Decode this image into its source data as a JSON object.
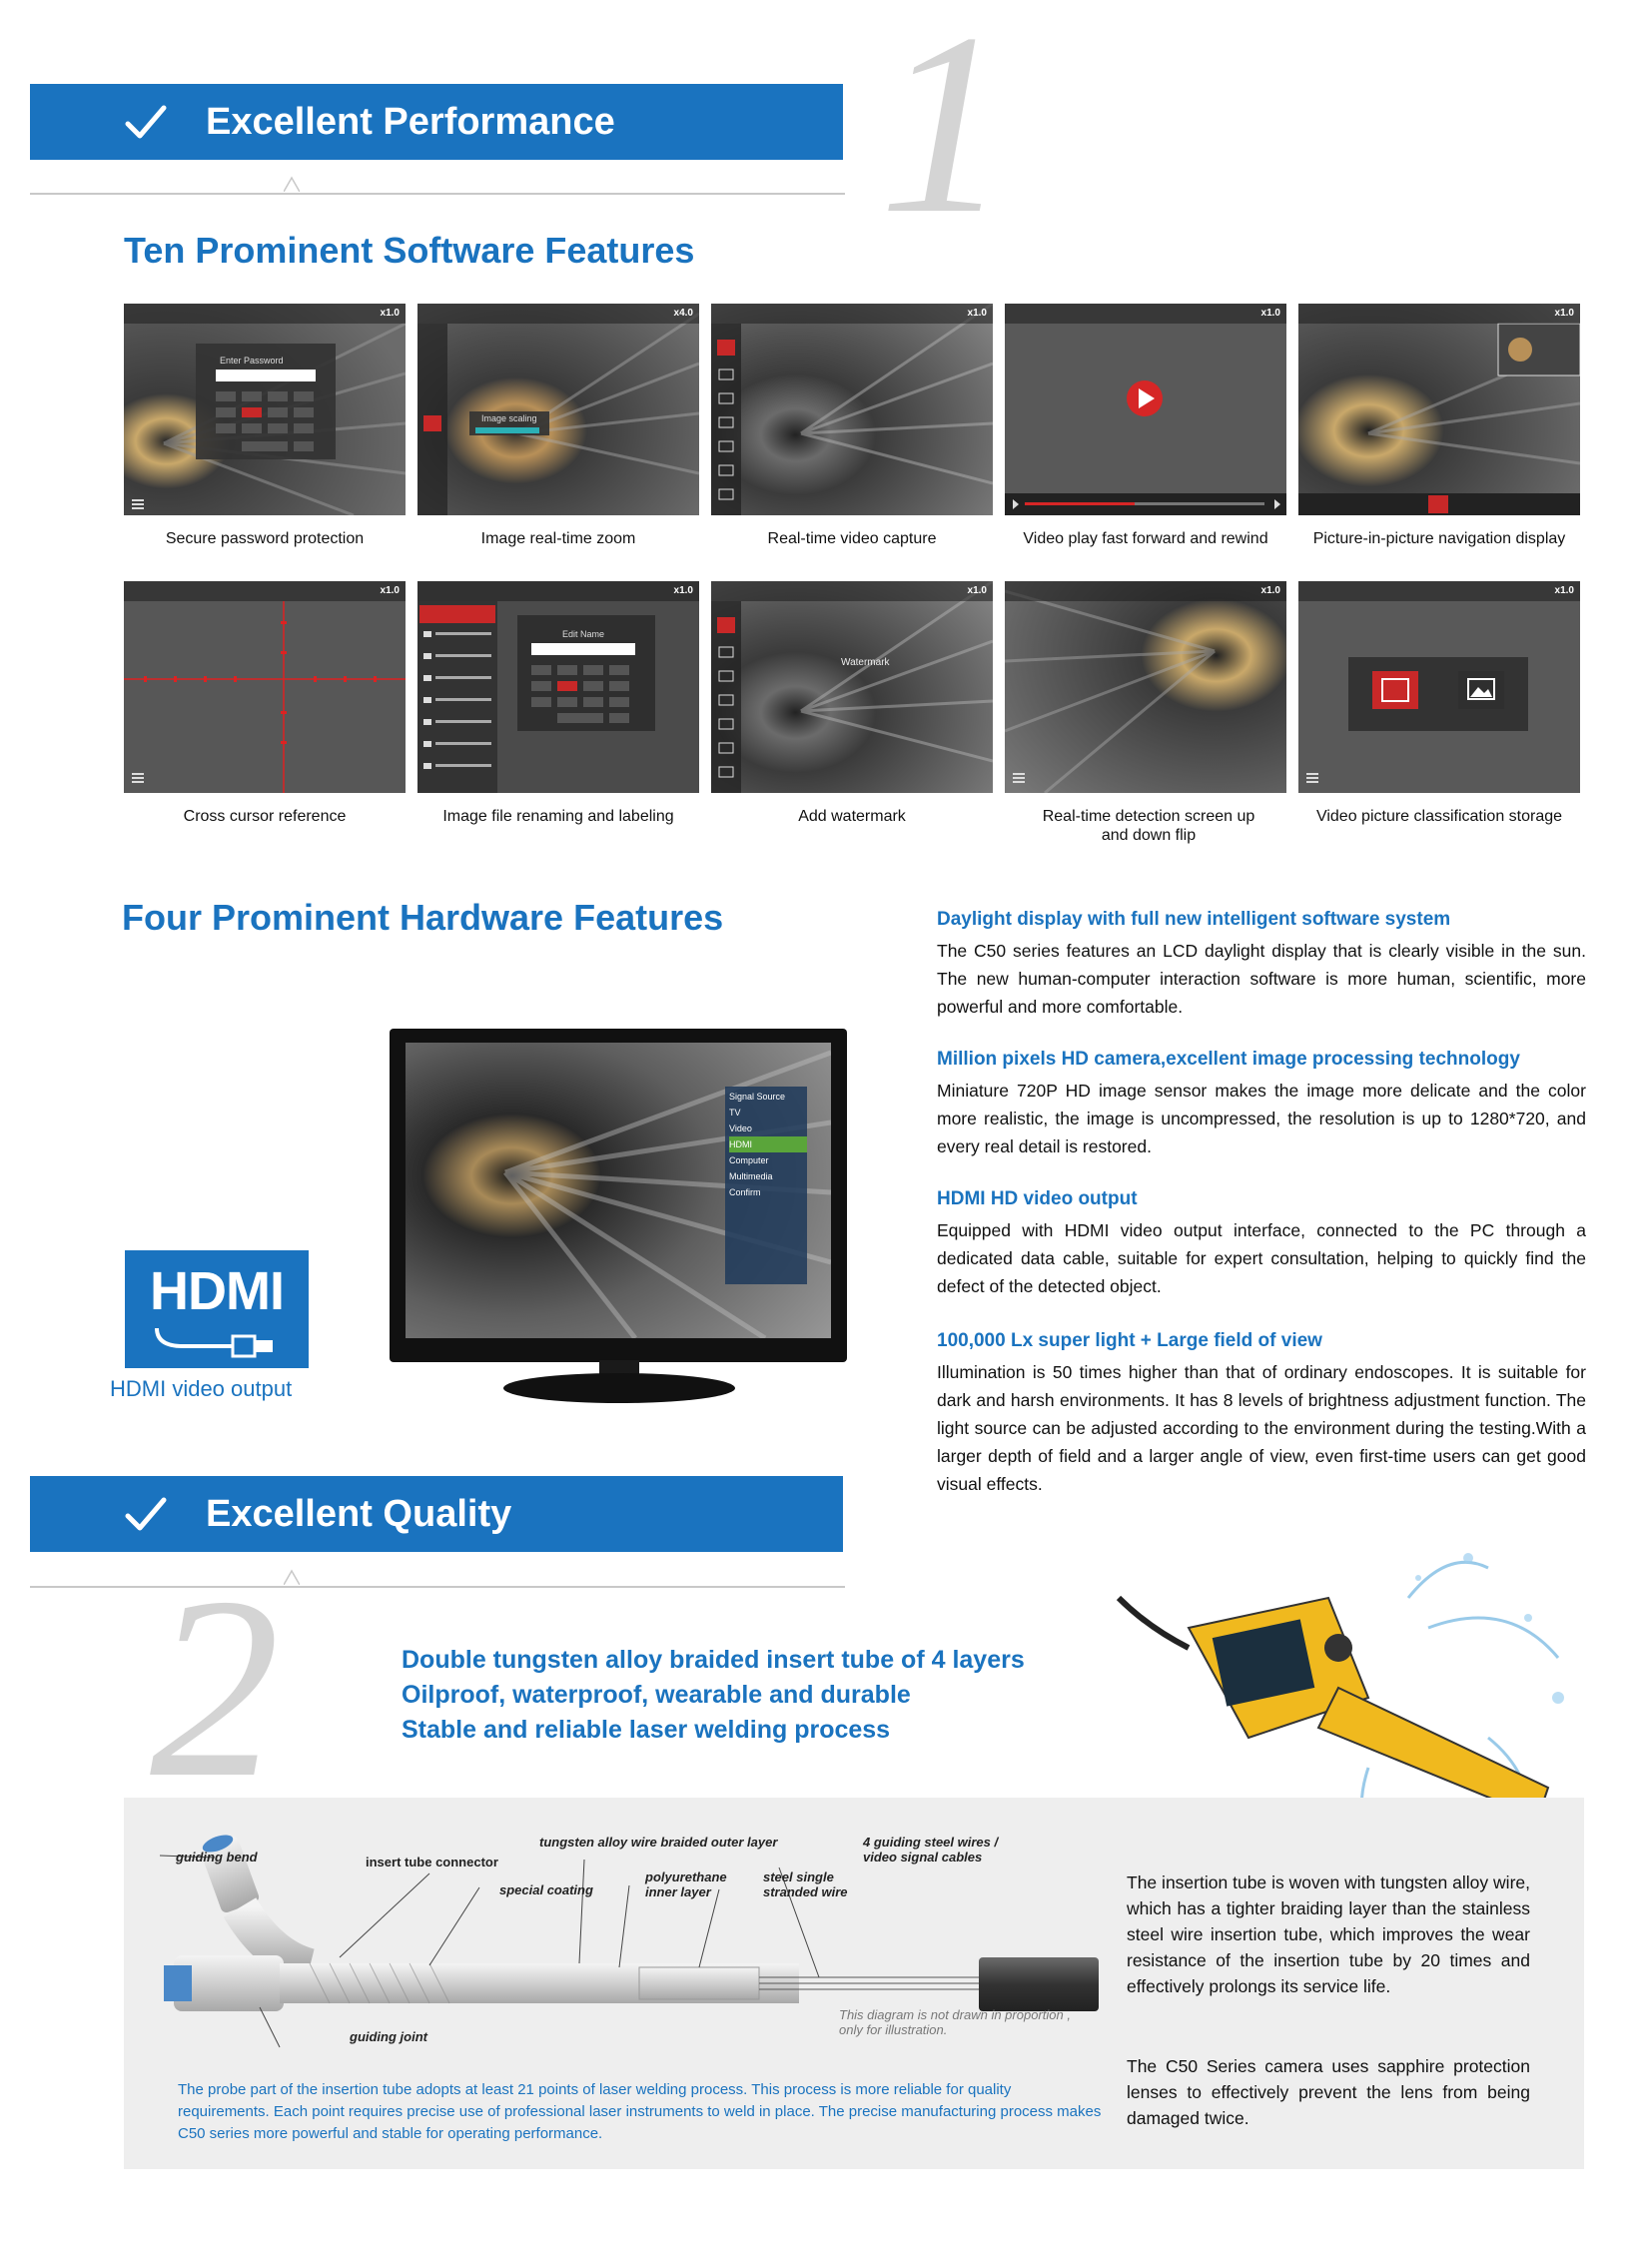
{
  "section1": {
    "banner": "Excellent Performance",
    "number": "1"
  },
  "software": {
    "heading": "Ten Prominent Software Features",
    "features": [
      {
        "label": "Secure password protection",
        "overlay": "Enter Password",
        "zoom": "x1.0"
      },
      {
        "label": "Image real-time zoom",
        "overlay": "Image scaling",
        "zoom": "x4.0"
      },
      {
        "label": "Real-time video capture",
        "zoom": "x1.0"
      },
      {
        "label": "Video play fast forward and rewind",
        "zoom": "x1.0"
      },
      {
        "label": "Picture-in-picture navigation display",
        "zoom": "x1.0"
      },
      {
        "label": "Cross cursor reference",
        "zoom": "x1.0"
      },
      {
        "label": "Image file renaming and labeling",
        "overlay": "Edit Name",
        "zoom": "x1.0"
      },
      {
        "label": "Add watermark",
        "overlay": "Watermark",
        "zoom": "x1.0"
      },
      {
        "label": "Real-time detection screen up and down flip",
        "zoom": "x1.0"
      },
      {
        "label": "Video picture classification storage",
        "zoom": "x1.0"
      }
    ]
  },
  "hardware": {
    "heading": "Four Prominent Hardware Features",
    "hdmi_logo": "HDMI",
    "hdmi_caption": "HDMI video output",
    "monitor_menu": [
      "Signal Source",
      "TV",
      "Video",
      "HDMI",
      "Computer",
      "Multimedia",
      "Confirm"
    ],
    "features": [
      {
        "title": "Daylight display with full new intelligent software system",
        "body": "The C50 series features an LCD daylight display that is clearly visible in the sun. The new human-computer interaction software is more human, scientific, more powerful and more comfortable."
      },
      {
        "title": "Million pixels HD camera,excellent image processing technology",
        "body": "Miniature 720P HD image sensor makes the image more delicate and the color more realistic, the image is uncompressed, the resolution is up to 1280*720, and every real detail is restored."
      },
      {
        "title": "HDMI HD video output",
        "body": "Equipped with HDMI video output interface, connected to the PC through a dedicated data cable, suitable for expert consultation, helping to quickly find the defect of the detected object."
      },
      {
        "title": "100,000 Lx super light + Large field of view",
        "body": "Illumination is 50 times higher than that of ordinary endoscopes. It is suitable for dark and harsh environments. It has 8 levels of brightness adjustment function. The light source can be adjusted according to the environment during the testing.With a larger depth of field and a larger angle of view, even first-time users can get good visual effects."
      }
    ]
  },
  "section2": {
    "banner": "Excellent Quality",
    "number": "2",
    "taglines": [
      "Double tungsten alloy braided insert tube of 4 layers",
      "Oilproof, waterproof, wearable and durable",
      "Stable and reliable laser welding process"
    ]
  },
  "diagram": {
    "labels": {
      "guiding_bend": "guiding bend",
      "connector": "insert tube connector",
      "tungsten": "tungsten alloy wire braided outer layer",
      "cables": "4 guiding steel wires / video signal cables",
      "coating": "special coating",
      "polyurethane": "polyurethane inner layer",
      "steel_single": "steel single stranded wire",
      "guiding_joint": "guiding joint",
      "disclaimer": "This diagram is not drawn in proportion , only for illustration."
    },
    "note": "The probe part of the insertion tube adopts at least 21 points of laser welding process. This process is more reliable for quality requirements. Each point requires precise use of professional laser instruments to weld in place. The precise manufacturing process makes C50 series more powerful and stable for operating performance.",
    "para1": "The insertion tube is woven with tungsten alloy wire, which has a tighter braiding layer than the stainless steel wire insertion tube, which improves the wear resistance of the insertion tube by 20 times and effectively prolongs its service life.",
    "para2": "The C50 Series camera uses sapphire protection lenses to effectively prevent the lens from being damaged twice."
  }
}
